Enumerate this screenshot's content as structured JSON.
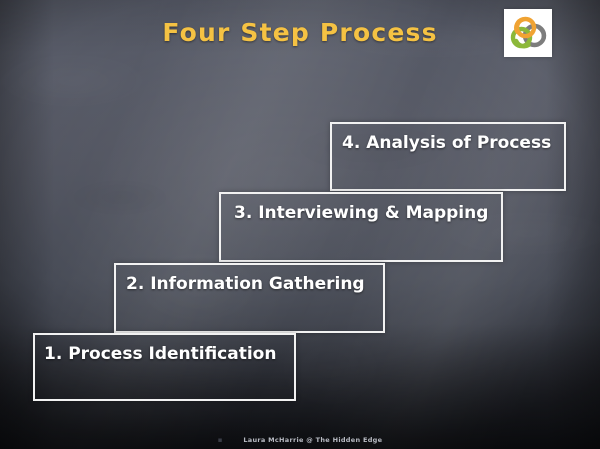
{
  "slide": {
    "title": "Four Step Process",
    "title_color": "#f5c243",
    "background_color": "#4a4e5a",
    "box_border_color": "#f2f2f2",
    "step_text_color": "#ffffff"
  },
  "logo": {
    "name": "interlocking-rings-logo",
    "ring_orange_color": "#f0a333",
    "ring_green_color": "#8cb83a",
    "ring_gray_color": "#7d7d7d",
    "plate_color": "#ffffff"
  },
  "steps": [
    {
      "number": "4",
      "label": "4. Analysis of Process"
    },
    {
      "number": "3",
      "label": "3. Interviewing & Mapping"
    },
    {
      "number": "2",
      "label": "2. Information Gathering"
    },
    {
      "number": "1",
      "label": "1. Process Identification"
    }
  ],
  "footer": {
    "marker": "▪",
    "credit": "Laura McHarrie @ The Hidden Edge"
  }
}
